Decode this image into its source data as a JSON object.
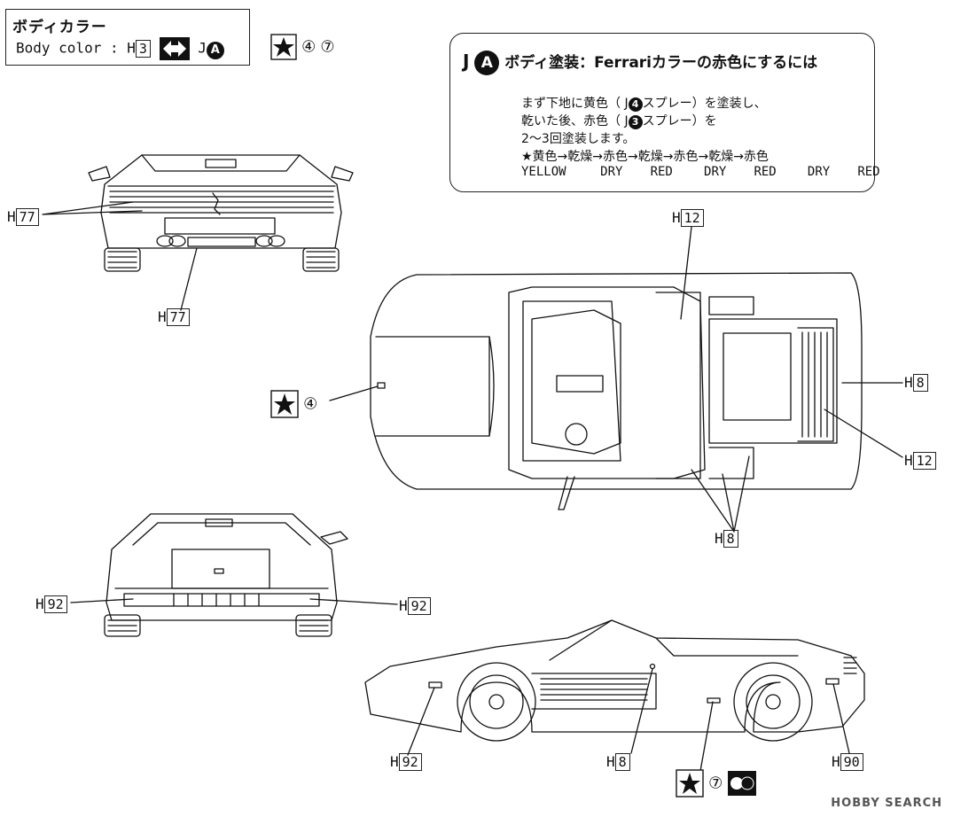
{
  "legend": {
    "title": "ボディカラー",
    "body_color_label": "Body color :",
    "h_prefix": "H",
    "color_num": "3",
    "j_prefix": "J",
    "j_circle": "A",
    "star_nums": [
      "④",
      "⑦"
    ]
  },
  "instructions": {
    "prefix": "J",
    "circle": "A",
    "title": "ボディ塗装：Ferrariカラーの赤色にするには",
    "line1_a": "まず下地に黄色（ J",
    "line1_circle": "4",
    "line1_b": "スプレー）を塗装し、",
    "line2_a": "乾いた後、赤色（ J",
    "line2_circle": "3",
    "line2_b": "スプレー）を",
    "line3": "2〜3回塗装します。",
    "sequence": "★黄色→乾燥→赤色→乾燥→赤色→乾燥→赤色",
    "columns": [
      "YELLOW",
      "DRY",
      "RED",
      "DRY",
      "RED",
      "DRY",
      "RED"
    ]
  },
  "callouts": {
    "h": "H",
    "front_left": "77",
    "front_bottom": "77",
    "top_top": "12",
    "top_right": "8",
    "top_right_lower": "12",
    "top_bottom": "8",
    "top_star_num": "④",
    "rear_left": "92",
    "rear_right": "92",
    "side_left": "92",
    "side_mid": "8",
    "side_right": "90",
    "side_star_num": "⑦"
  },
  "watermark": "HOBBY SEARCH"
}
